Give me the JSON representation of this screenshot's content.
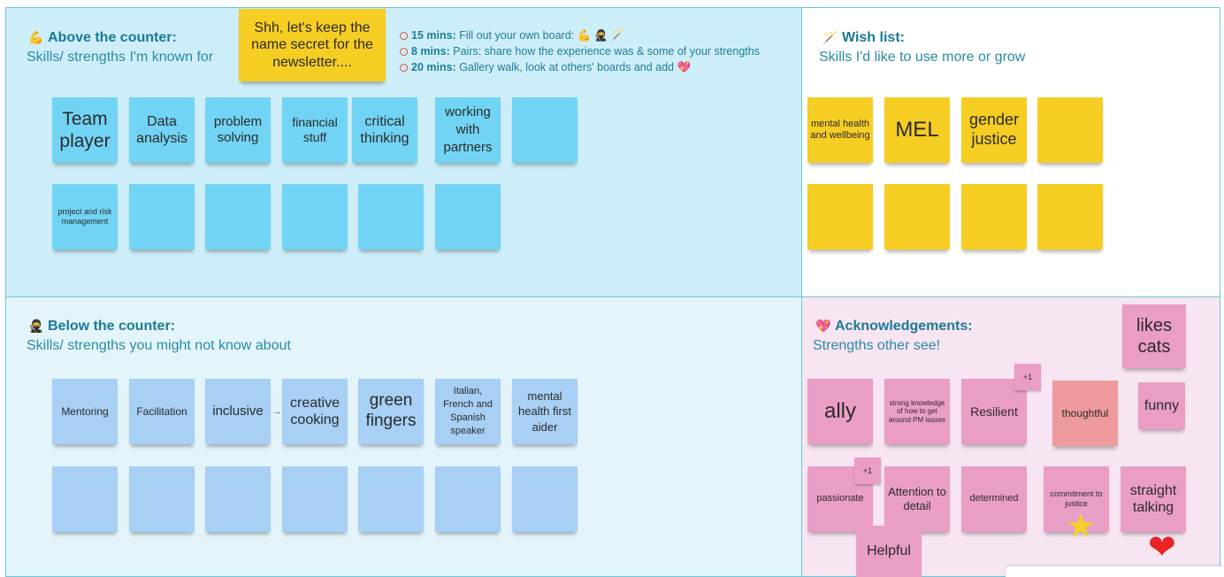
{
  "above": {
    "title": "Above the counter:",
    "subtitle": "Skills/ strengths I'm known for",
    "emoji": "💪",
    "secret_note": "Shh, let's keep the name secret for the newsletter....",
    "steps": [
      {
        "time": "15 mins:",
        "text": "Fill out your own board: 💪 🥷 🪄"
      },
      {
        "time": "8 mins:",
        "text": "Pairs: share how the experience was & some of your strengths"
      },
      {
        "time": "20 mins:",
        "text": "Gallery walk, look at others' boards and add 💖"
      }
    ],
    "notes": [
      "Team player",
      "Data analysis",
      "problem solving",
      "financial stuff",
      "critical thinking",
      "working with partners",
      "",
      "project and risk management",
      "",
      "",
      "",
      "",
      ""
    ]
  },
  "wish": {
    "title": "Wish list:",
    "subtitle": "Skills I'd like to use more or grow",
    "emoji": "🪄",
    "notes": [
      "mental health and wellbeing",
      "MEL",
      "gender justice",
      "",
      "",
      "",
      "",
      ""
    ]
  },
  "below": {
    "title": "Below the counter:",
    "subtitle": "Skills/ strengths you might not know about",
    "emoji": "🥷",
    "arrow": "→",
    "notes": [
      "Mentoring",
      "Facilitation",
      "inclusive",
      "creative cooking",
      "green fingers",
      "Italian, French and Spanish speaker",
      "mental health first aider",
      "",
      "",
      "",
      "",
      "",
      "",
      ""
    ]
  },
  "ack": {
    "title": "Acknowledgements:",
    "subtitle": "Strengths other see!",
    "emoji": "💖",
    "notes": [
      "likes cats",
      "ally",
      "strong knowledge of how to get around PM issues",
      "Resilient",
      "thoughtful",
      "funny",
      "passionate",
      "Attention to detail",
      "determined",
      "commitment to justice",
      "straight talking",
      "Helpful"
    ],
    "plus_one": [
      "+1",
      "+1"
    ],
    "star": "★",
    "heart": "❤"
  },
  "colors": {
    "blue_note": "#72d4f4",
    "pale_blue_note": "#a8cff4",
    "yellow_note": "#f6cd22",
    "pink_note": "#ea9ec5",
    "salmon_note": "#ee9a9c",
    "heading": "#1b7a96"
  }
}
